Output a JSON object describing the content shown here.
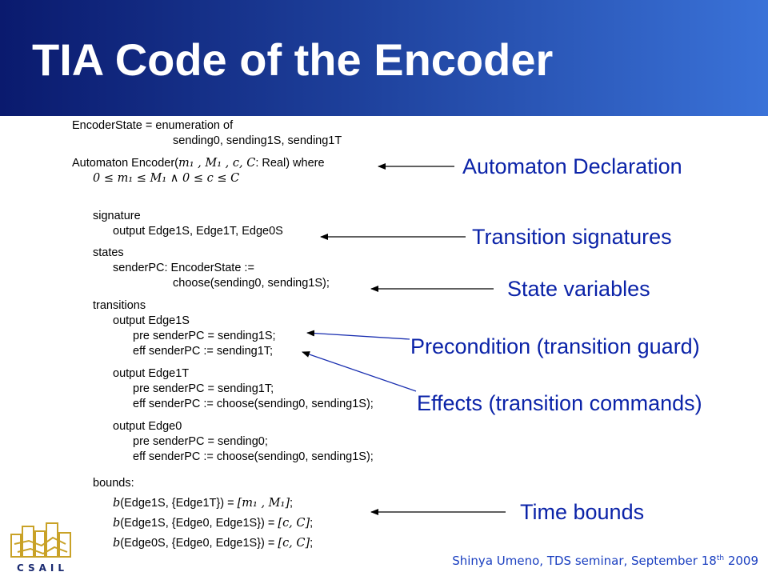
{
  "slide": {
    "title": "TIA Code of the Encoder"
  },
  "code": {
    "l1": "EncoderState = enumeration of",
    "l2": "sending0, sending1S, sending1T",
    "l3_pre": "Automaton Encoder(",
    "l3_math": "m₁ , M₁ , c, C",
    "l3_post": ": Real) where",
    "l4_math": "0 ≤ m₁ ≤ M₁ ∧ 0 ≤ c ≤ C",
    "l5": "signature",
    "l6": "output Edge1S, Edge1T, Edge0S",
    "l7": "states",
    "l8": "senderPC: EncoderState :=",
    "l9": "choose(sending0, sending1S);",
    "l10": "transitions",
    "l11": "output Edge1S",
    "l12": "pre senderPC = sending1S;",
    "l13": "eff senderPC := sending1T;",
    "l14": "output Edge1T",
    "l15": "pre senderPC = sending1T;",
    "l16": "eff senderPC := choose(sending0, sending1S);",
    "l17": "output Edge0",
    "l18": "pre senderPC = sending0;",
    "l19": "eff senderPC := choose(sending0, sending1S);",
    "l20": "bounds:",
    "b1_f": "b",
    "b1_a": "(Edge1S, {Edge1T}) = ",
    "b1_m": "[m₁ , M₁]",
    "b1_e": ";",
    "b2_f": "b",
    "b2_a": "(Edge1S, {Edge0, Edge1S}) = ",
    "b2_m": "[c, C]",
    "b2_e": ";",
    "b3_f": "b",
    "b3_a": "(Edge0S, {Edge0, Edge1S}) = ",
    "b3_m": "[c, C]",
    "b3_e": ";"
  },
  "annotations": {
    "automaton": "Automaton Declaration",
    "signatures": "Transition signatures",
    "state_vars": "State variables",
    "precondition": "Precondition (transition guard)",
    "effects": "Effects (transition commands)",
    "time_bounds": "Time bounds"
  },
  "footer": {
    "text": "Shinya Umeno, TDS seminar, September 18",
    "sup": "th",
    "year": " 2009"
  },
  "logo": {
    "label": "CSAIL"
  },
  "colors": {
    "header_dark": "#0a1a6e",
    "header_light": "#3a72d8",
    "annotation": "#0b23a8",
    "footer": "#1a3fc0",
    "logo": "#c9a227"
  }
}
